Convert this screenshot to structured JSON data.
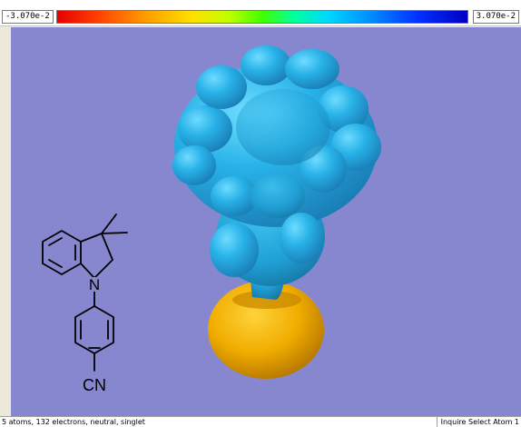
{
  "colorbar": {
    "min_label": "-3.070e-2",
    "max_label": "3.070e-2"
  },
  "structure": {
    "n_label": "N",
    "cn_label": "CN"
  },
  "status": {
    "left": "5 atoms, 132 electrons, neutral, singlet",
    "right": "Inquire Select Atom 1"
  },
  "colors": {
    "viewport_background": "#8787cf",
    "negative_lobe": "#29b3e6",
    "positive_lobe": "#f5b800"
  },
  "icons": [
    "color-scale-bar",
    "mep-isosurface",
    "chemical-structure"
  ]
}
